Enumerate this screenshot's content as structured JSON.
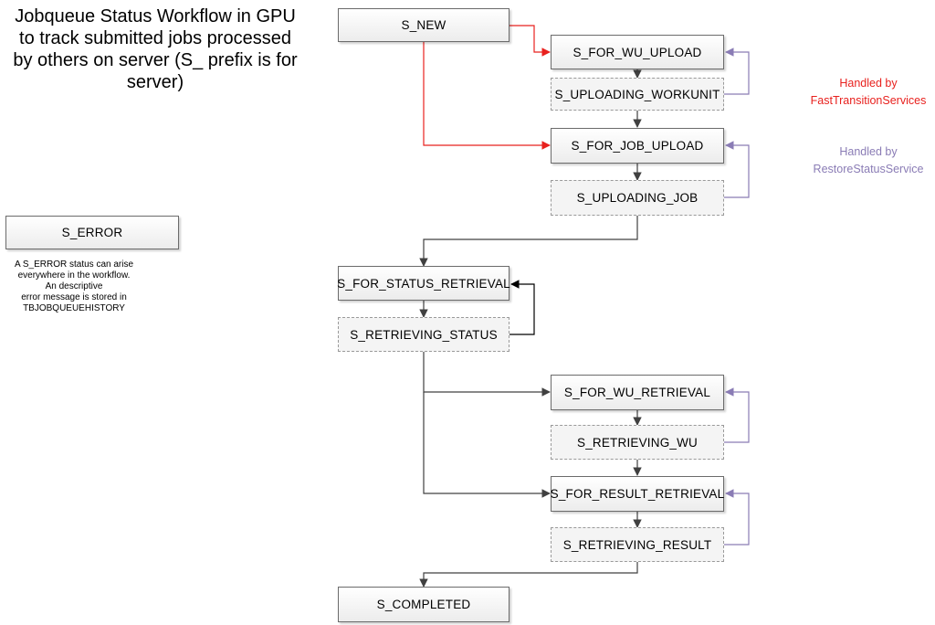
{
  "title": "Jobqueue Status Workflow in GPU\nto track submitted jobs processed\nby others on server (S_ prefix is for\nserver)",
  "error": {
    "label": "S_ERROR",
    "note": "A S_ERROR status can arise\neverywhere in the workflow.\nAn descriptive\nerror message is stored in\nTBJOBQUEUEHISTORY"
  },
  "nodes": {
    "s_new": "S_NEW",
    "s_for_wu_upload": "S_FOR_WU_UPLOAD",
    "s_uploading_workunit": "S_UPLOADING_WORKUNIT",
    "s_for_job_upload": "S_FOR_JOB_UPLOAD",
    "s_uploading_job": "S_UPLOADING_JOB",
    "s_for_status_retrieval": "S_FOR_STATUS_RETRIEVAL",
    "s_retrieving_status": "S_RETRIEVING_STATUS",
    "s_for_wu_retrieval": "S_FOR_WU_RETRIEVAL",
    "s_retrieving_wu": "S_RETRIEVING_WU",
    "s_for_result_retrieval": "S_FOR_RESULT_RETRIEVAL",
    "s_retrieving_result": "S_RETRIEVING_RESULT",
    "s_completed": "S_COMPLETED"
  },
  "legend": {
    "fast": {
      "text": "Handled by\nFastTransitionServices",
      "color": "#e8211e"
    },
    "restore": {
      "text": "Handled by\nRestoreStatusService",
      "color": "#8a7cb5"
    }
  },
  "colors": {
    "arrow_default": "#404040",
    "arrow_fast": "#e8211e",
    "arrow_restore": "#8a7cb5"
  }
}
